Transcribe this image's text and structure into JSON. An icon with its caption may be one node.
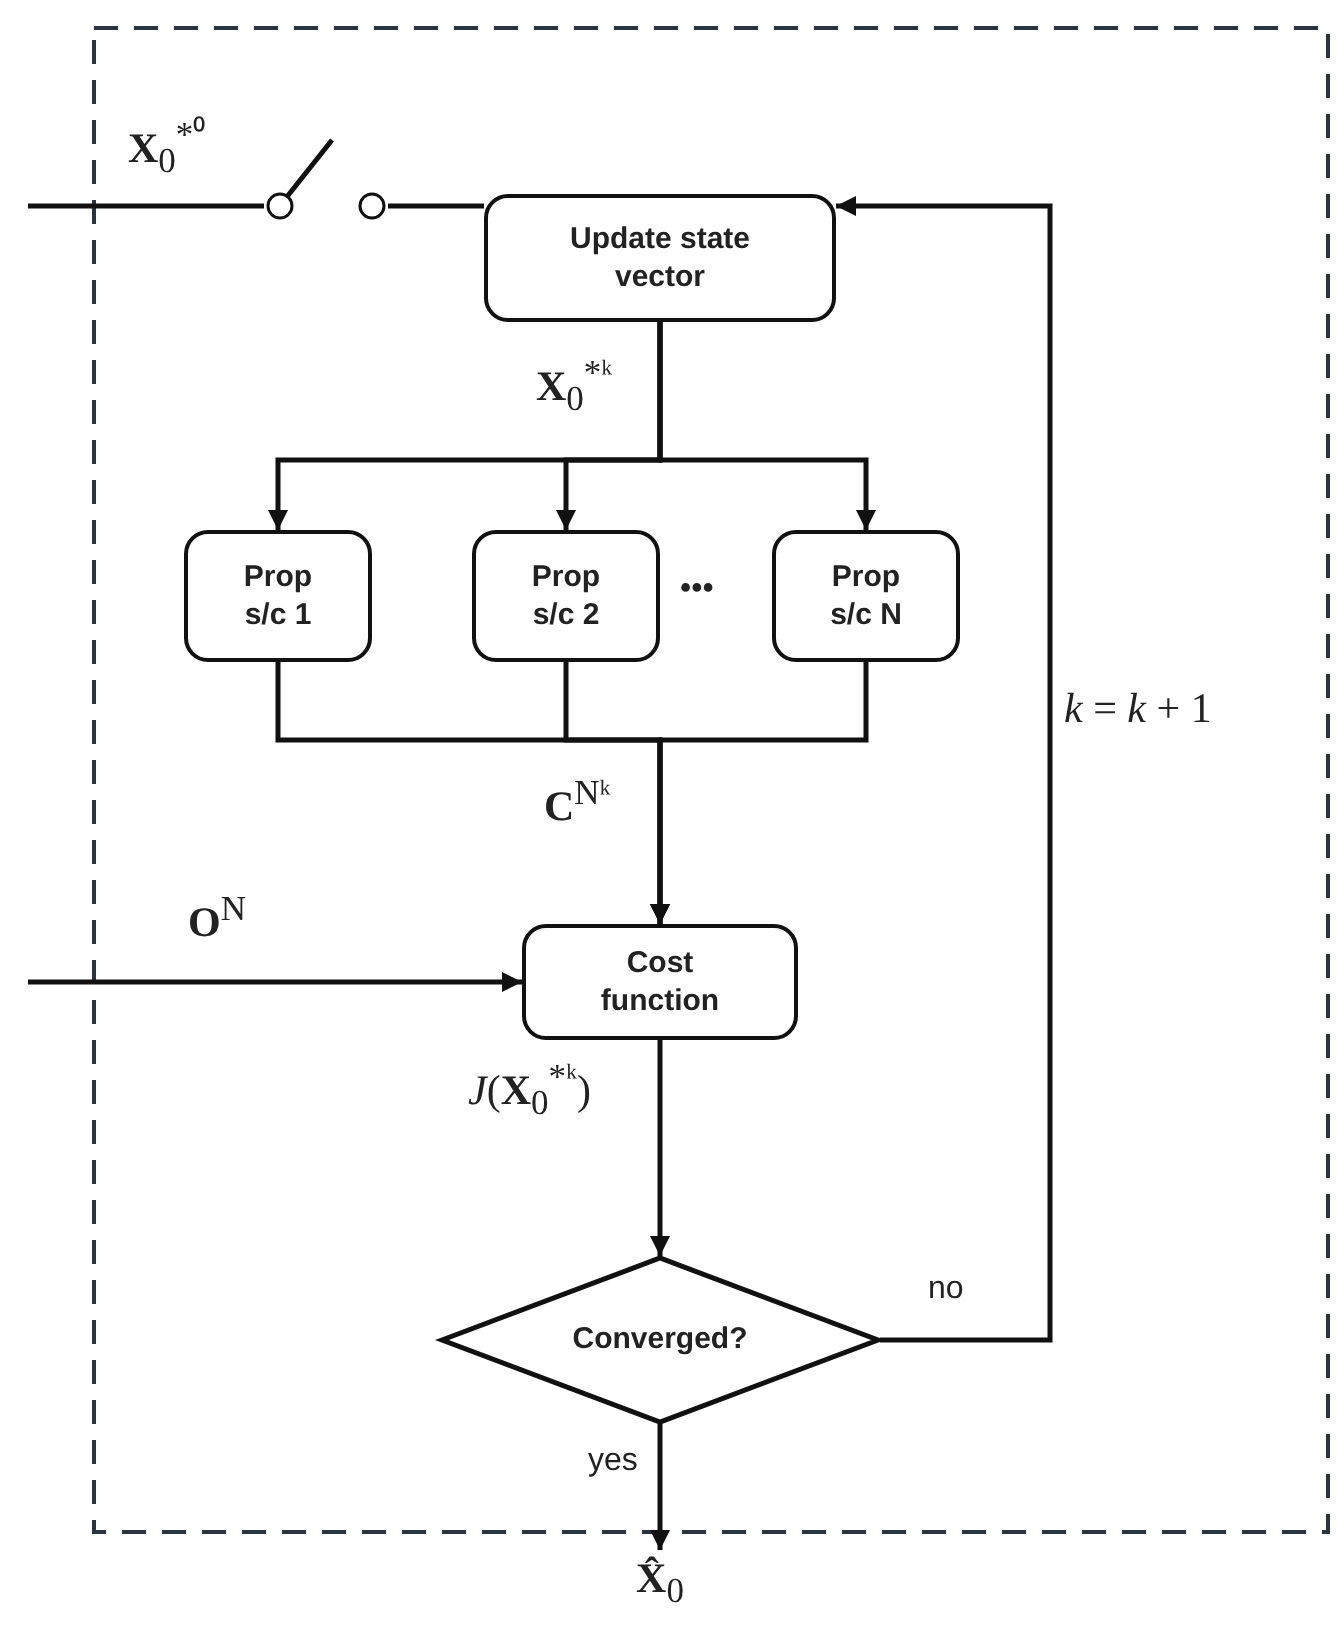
{
  "diagram": {
    "nodes": [
      {
        "text": [
          "Update state vector"
        ]
      },
      {
        "text": [
          "Prop s/c 1"
        ]
      },
      {
        "text": [
          "Prop s/c 2"
        ]
      },
      {
        "text": [
          "Prop s/c N"
        ]
      },
      {
        "text": [
          "Cost function"
        ]
      },
      {
        "text": [
          "Converged?"
        ]
      },
      {
        "text": [],
        "shape": "switch"
      },
      {
        "text": [
          "**X̂**$_{0}$"
        ]
      }
    ],
    "edges": [
      {
        "from": null,
        "to": 6,
        "arrow": "none",
        "label": "**X**$_{0}$$^{*⁰}$"
      },
      {
        "from": 6,
        "to": 0,
        "arrow": "none"
      },
      {
        "from": 0,
        "to": 1,
        "arrow": "to",
        "label": "**X**$_{0}$$^{*ᵏ}$"
      },
      {
        "from": 0,
        "to": 2,
        "arrow": "to"
      },
      {
        "from": 0,
        "to": 3,
        "arrow": "to"
      },
      {
        "from": 1,
        "to": 4,
        "arrow": "to",
        "label": "**C**$^{Nᵏ}$"
      },
      {
        "from": 2,
        "to": 4,
        "arrow": "to"
      },
      {
        "from": 3,
        "to": 4,
        "arrow": "to"
      },
      {
        "from": null,
        "to": 4,
        "arrow": "to",
        "label": "**O**$^{N}$"
      },
      {
        "from": 4,
        "to": 5,
        "arrow": "to",
        "label": "*J*(**X**$_{0}$$^{*ᵏ}$)"
      },
      {
        "from": 5,
        "to": 0,
        "arrow": "to",
        "label": "no"
      },
      {
        "from": 5,
        "to": 7,
        "arrow": "to",
        "label": "yes"
      }
    ],
    "labels": [
      "*k* = *k* + 1",
      "•••"
    ]
  }
}
